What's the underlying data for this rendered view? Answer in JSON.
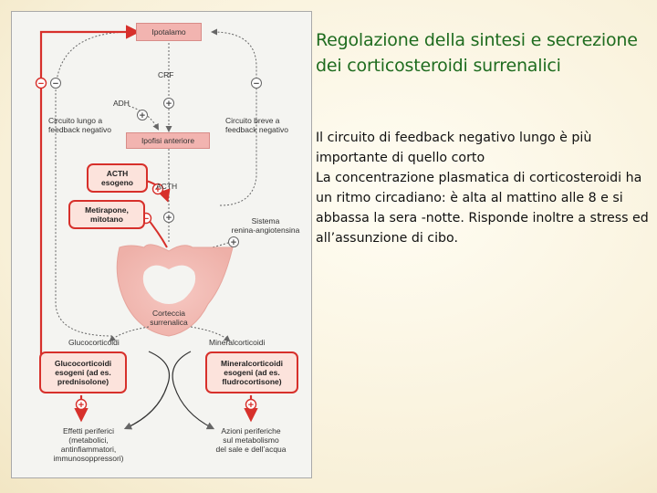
{
  "title": "Regolazione della sintesi e secrezione dei corticosteroidi surrenalici",
  "body_lines": [
    "Il circuito di feedback negativo lungo è più importante di quello corto",
    "La concentrazione plasmatica di corticosteroidi ha un ritmo circadiano: è alta al mattino alle 8 e si abbassa la sera -notte. Risponde inoltre a stress ed all’assunzione di cibo."
  ],
  "diagram": {
    "ipotalamo": "Ipotalamo",
    "crf": "CRF",
    "adh": "ADH",
    "ipofisi": "Ipofisi anteriore",
    "acth": "ACTH",
    "circuito_lungo": [
      "Circuito lungo a",
      "feedback negativo"
    ],
    "circuito_breve": [
      "Circuito breve a",
      "feedback negativo"
    ],
    "acth_esogeno": [
      "ACTH",
      "esogeno"
    ],
    "metirapone": [
      "Metirapone,",
      "mitotano"
    ],
    "sistema": [
      "Sistema",
      "renina-angiotensina"
    ],
    "corteccia": [
      "Corteccia",
      "surrenalica"
    ],
    "glucocorticoidi": "Glucocorticoidi",
    "mineralcorticoidi": "Mineralcorticoidi",
    "gluco_esogeni": [
      "Glucocorticoidi",
      "esogeni (ad es.",
      "prednisolone)"
    ],
    "mineral_esogeni": [
      "Mineralcorticoidi",
      "esogeni (ad es.",
      "fludrocortisone)"
    ],
    "effetti": [
      "Effetti periferici",
      "(metabolici,",
      "antinfiammatori,",
      "immunosoppressori)"
    ],
    "azioni": [
      "Azioni periferiche",
      "sul metabolismo",
      "del sale e dell’acqua"
    ],
    "minus": "−",
    "plus": "+",
    "colors": {
      "red": "#d7302b",
      "pink": "#f2b4b0",
      "gray": "#666666",
      "title_green": "#1f6c1f"
    }
  }
}
